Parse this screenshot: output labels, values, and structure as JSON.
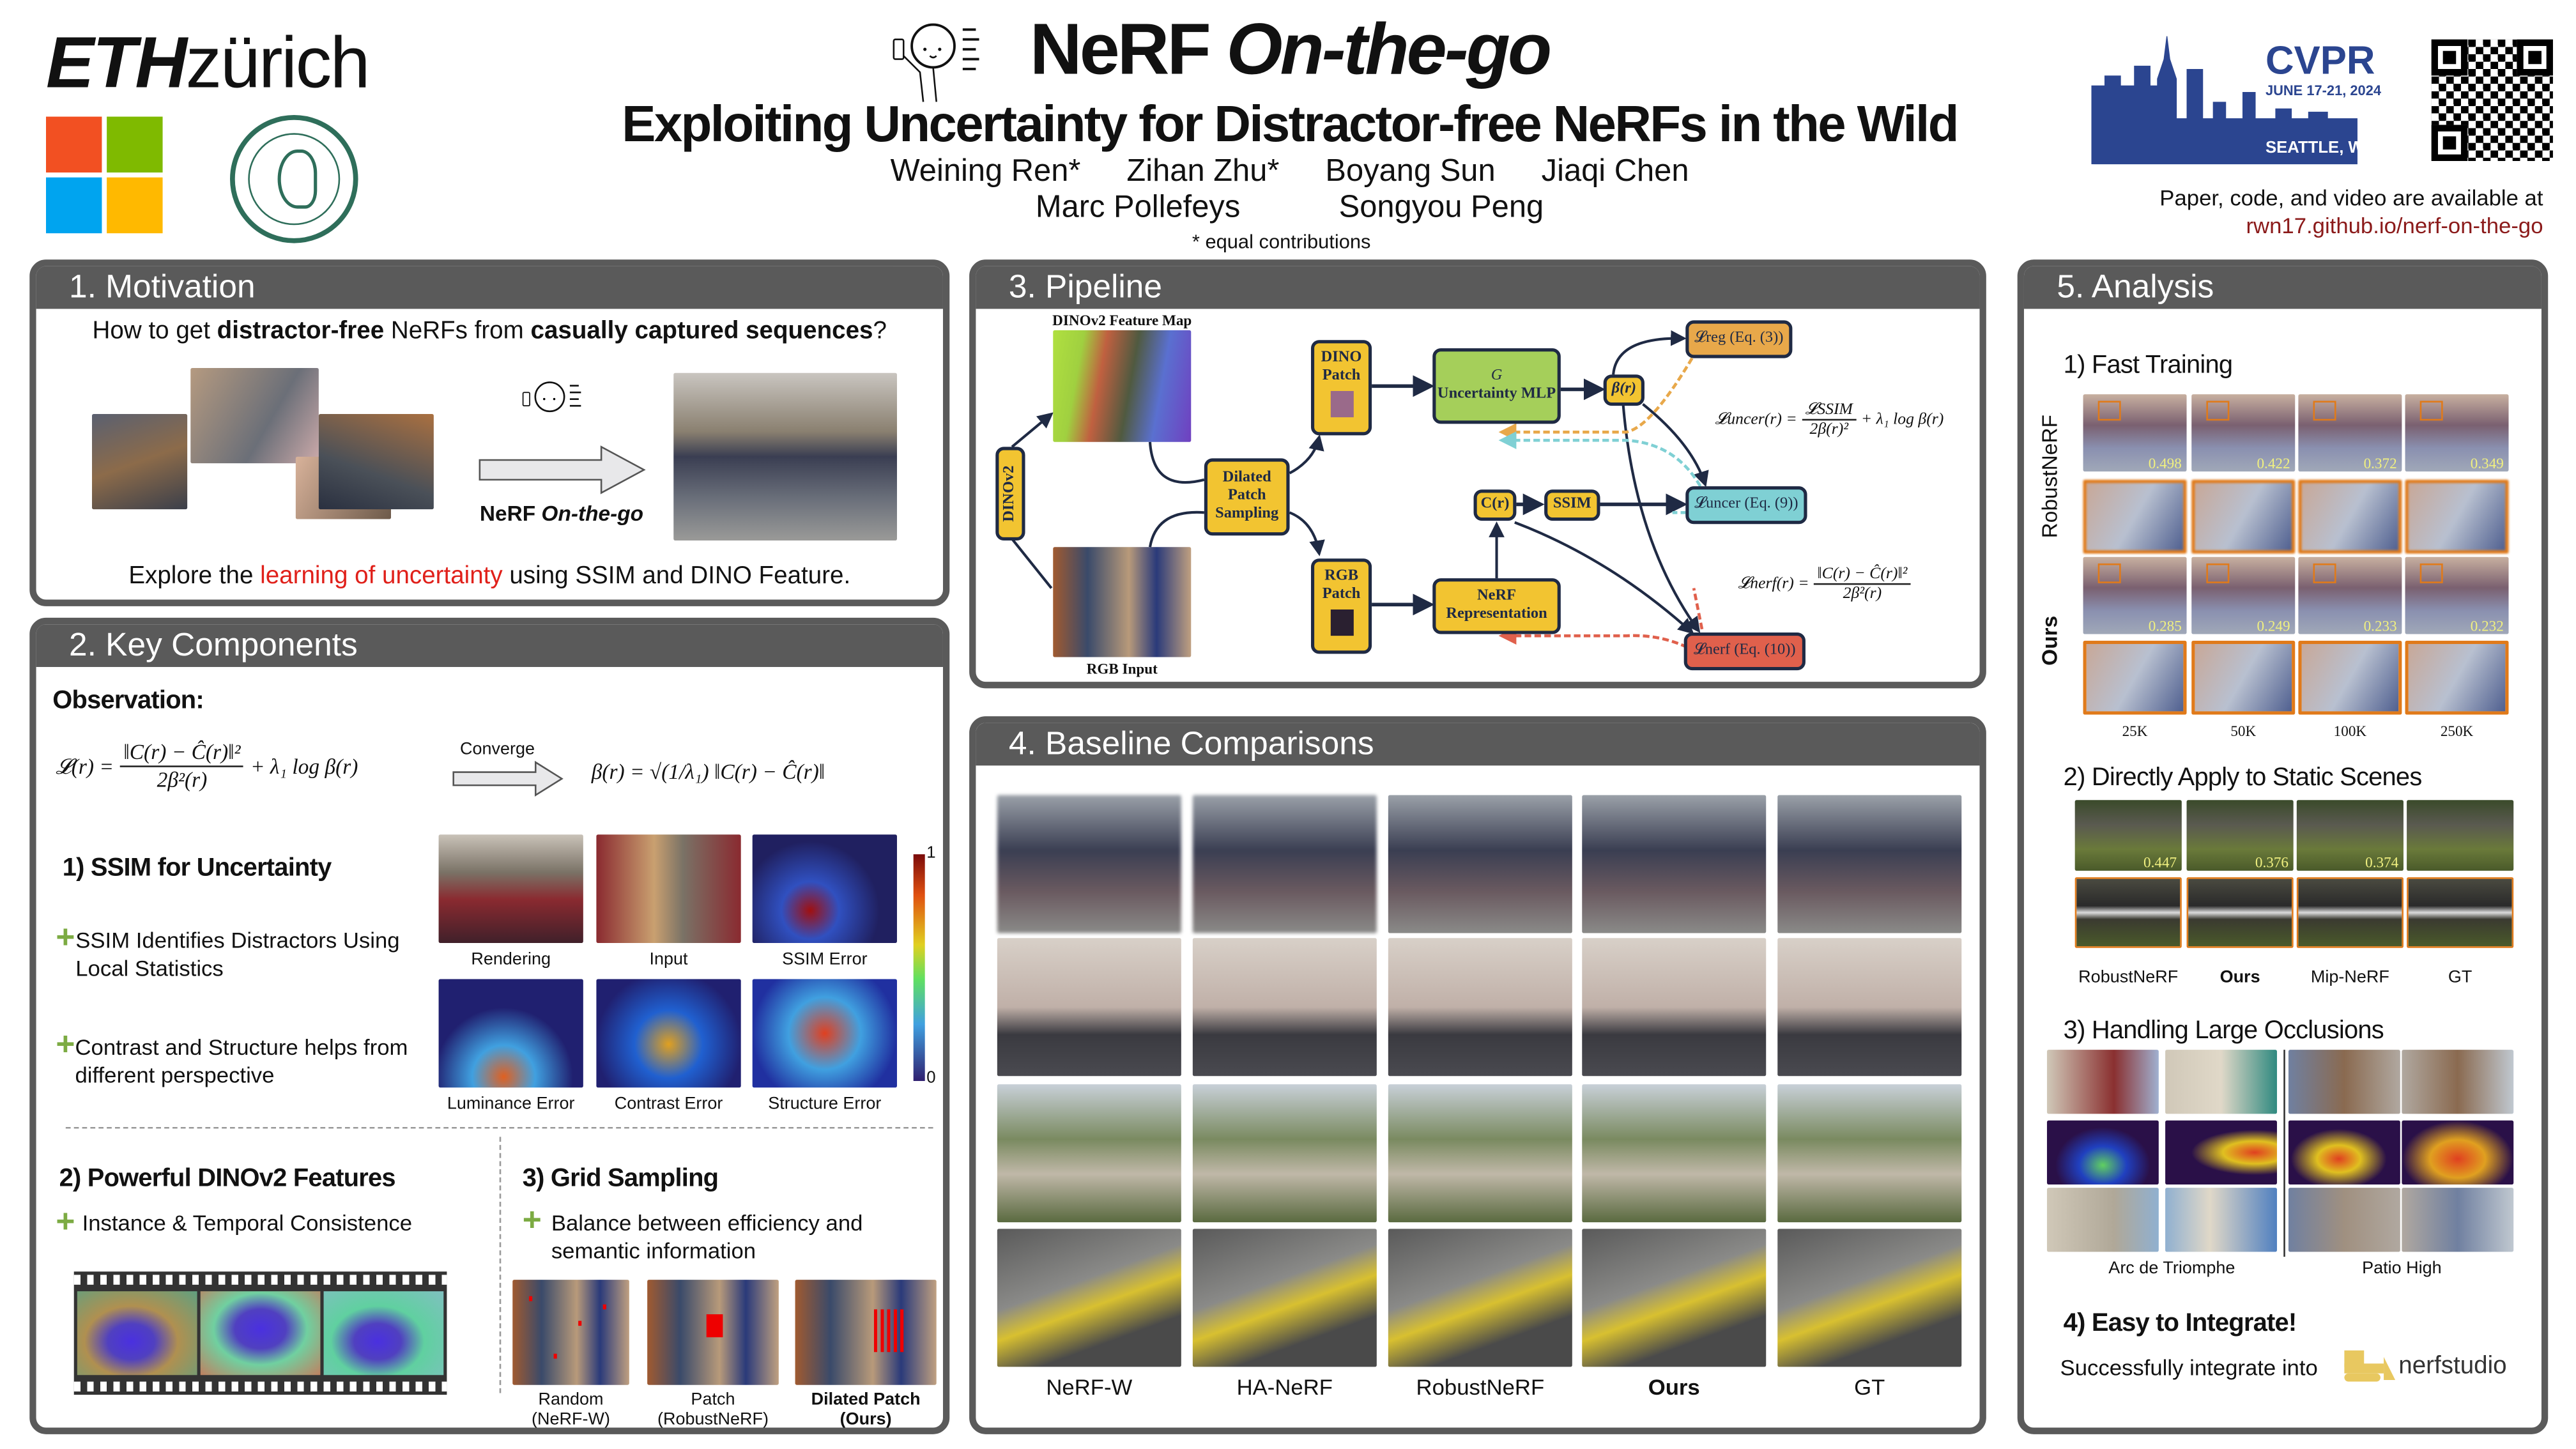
{
  "header": {
    "eth_logo_text": "ETHzürich",
    "title_main": "NeRF",
    "title_italic": "On-the-go",
    "subtitle": "Exploiting Uncertainty for Distractor-free NeRFs in the Wild",
    "authors_line1": [
      "Weining Ren*",
      "Zihan Zhu*",
      "Boyang Sun",
      "Jiaqi Chen"
    ],
    "authors_line2": [
      "Marc Pollefeys",
      "Songyou Peng"
    ],
    "equal_note": "* equal contributions",
    "cvpr": {
      "name": "CVPR",
      "dates": "JUNE 17-21, 2024",
      "location": "SEATTLE, WA"
    },
    "availability": "Paper, code, and video are available at",
    "link": "rwn17.github.io/nerf-on-the-go",
    "link_color": "#8b1a1a"
  },
  "motivation": {
    "title": "1. Motivation",
    "question_pre": "How to get ",
    "question_b1": "distractor-free",
    "question_mid": " NeRFs from ",
    "question_b2": "casually captured sequences",
    "question_end": "?",
    "method_label_plain": "NeRF ",
    "method_label_italic": "On-the-go",
    "explore_pre": "Explore the ",
    "explore_red": "learning of uncertainty",
    "explore_post": " using SSIM and DINO Feature."
  },
  "key_components": {
    "title": "2. Key Components",
    "observation": "Observation:",
    "loss_lhs": "𝓛(r) =",
    "loss_num": "‖C(r) − Ĉ(r)‖²",
    "loss_den": "2β²(r)",
    "loss_tail": "+ λ₁ log β(r)",
    "converge": "Converge",
    "beta_lhs": "β(r) = √(1/λ₁) ‖C(r) − Ĉ(r)‖",
    "ssim_title": "1) SSIM for Uncertainty",
    "ssim_bullets": [
      "SSIM Identifies Distractors Using Local Statistics",
      "Contrast and Structure helps from different perspective"
    ],
    "ssim_captions": [
      "Rendering",
      "Input",
      "SSIM Error",
      "Luminance Error",
      "Contrast Error",
      "Structure Error"
    ],
    "colorbar_max": "1",
    "colorbar_min": "0",
    "dino_title": "2) Powerful DINOv2 Features",
    "dino_bullet": "Instance & Temporal Consistence",
    "grid_title": "3) Grid Sampling",
    "grid_bullet": "Balance between efficiency and semantic information",
    "grid_captions": [
      {
        "line1": "Random",
        "line2": "(NeRF-W)"
      },
      {
        "line1": "Patch",
        "line2": "(RobustNeRF)"
      },
      {
        "line1": "Dilated Patch",
        "line2": "(Ours)"
      }
    ]
  },
  "pipeline": {
    "title": "3. Pipeline",
    "feature_map_label": "DINOv2 Feature Map",
    "rgb_input_label": "RGB Input",
    "dinov2": "DINOv2",
    "dilated": "Dilated Patch Sampling",
    "dino_patch": "DINO Patch",
    "rgb_patch": "RGB Patch",
    "mlp_g": "G",
    "mlp": "Uncertainty MLP",
    "beta": "β(r)",
    "cr": "C(r)",
    "ssim": "SSIM",
    "nerf": "NeRF Representation",
    "l_reg": "𝓛reg (Eq. (3))",
    "l_uncer": "𝓛uncer (Eq. (9))",
    "l_nerf": "𝓛nerf (Eq. (10))",
    "uncer_formula_lhs": "𝓛uncer(r) =",
    "uncer_formula_num": "𝓛SSIM",
    "uncer_formula_den": "2β(r)²",
    "uncer_formula_tail": "+ λ₁ log β(r)",
    "nerf_formula_lhs": "𝓛nerf(r) =",
    "nerf_formula_num": "‖C(r) − Ĉ(r)‖²",
    "nerf_formula_den": "2β²(r)",
    "colors": {
      "yellow": "#f2c431",
      "green": "#a5cf5a",
      "orange": "#e8a84a",
      "teal": "#7fd0d4",
      "red": "#e0604c"
    }
  },
  "baselines": {
    "title": "4. Baseline Comparisons",
    "methods": [
      "NeRF-W",
      "HA-NeRF",
      "RobustNeRF",
      "Ours",
      "GT"
    ]
  },
  "analysis": {
    "title": "5. Analysis",
    "fast_title": "1) Fast Training",
    "row_labels": [
      "RobustNeRF",
      "Ours"
    ],
    "robust_scores": [
      "0.498",
      "0.422",
      "0.372",
      "0.349"
    ],
    "ours_scores": [
      "0.285",
      "0.249",
      "0.233",
      "0.232"
    ],
    "iterations": [
      "25K",
      "50K",
      "100K",
      "250K"
    ],
    "static_title": "2) Directly Apply to Static Scenes",
    "static_scores": [
      "0.447",
      "0.376",
      "0.374"
    ],
    "static_methods": [
      "RobustNeRF",
      "Ours",
      "Mip-NeRF",
      "GT"
    ],
    "occlusion_title": "3) Handling Large Occlusions",
    "occlusion_scenes": [
      "Arc de Triomphe",
      "Patio High"
    ],
    "integrate_title": "4) Easy to Integrate!",
    "integrate_text": "Successfully integrate into",
    "nerfstudio": "nerfstudio"
  }
}
